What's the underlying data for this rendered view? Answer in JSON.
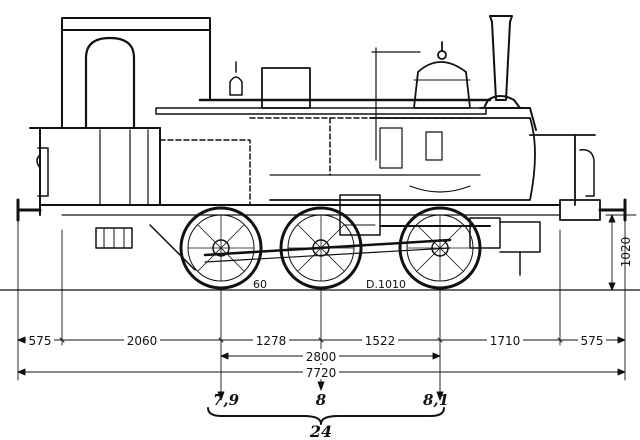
{
  "diagram": {
    "dimensions": {
      "overhang_front": "575",
      "front_to_axle1": "2060",
      "axle1_to_axle2": "1278",
      "axle2_to_axle3": "1522",
      "axle3_to_buffer": "1710",
      "overhang_rear": "575",
      "wheelbase": "2800",
      "length_over_buffers": "7720",
      "height_buffer": "1020"
    },
    "labels": {
      "wheel_diameter": "D.1010",
      "label_60": "60"
    },
    "axle_loads": {
      "axle1": "7,9",
      "axle2": "8",
      "axle3": "8,1",
      "total": "24"
    }
  }
}
